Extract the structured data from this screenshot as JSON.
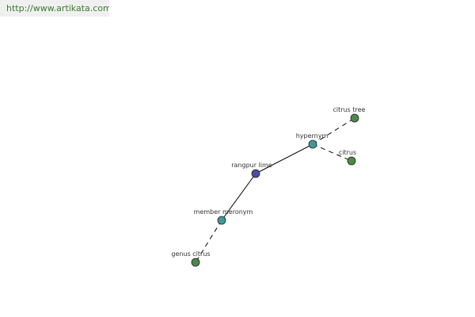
{
  "source_url": "http://www.artikata.com",
  "colors": {
    "center_node": "#4a4fa0",
    "relation_node": "#3f9a9a",
    "leaf_node": "#4a8a48",
    "edge": "#000000",
    "label": "#333333"
  },
  "nodes": {
    "center": {
      "label": "rangpur lime",
      "role": "word"
    },
    "hypernym": {
      "label": "hypernym",
      "role": "relation"
    },
    "member_meronym": {
      "label": "member meronym",
      "role": "relation"
    },
    "citrus_tree": {
      "label": "citrus tree",
      "role": "leaf"
    },
    "citrus": {
      "label": "citrus",
      "role": "leaf"
    },
    "genus_citrus": {
      "label": "genus citrus",
      "role": "leaf"
    }
  },
  "edges": [
    {
      "from": "center",
      "to": "hypernym",
      "style": "solid"
    },
    {
      "from": "center",
      "to": "member_meronym",
      "style": "solid"
    },
    {
      "from": "hypernym",
      "to": "citrus_tree",
      "style": "dashed"
    },
    {
      "from": "hypernym",
      "to": "citrus",
      "style": "dashed"
    },
    {
      "from": "member_meronym",
      "to": "genus_citrus",
      "style": "dashed"
    }
  ]
}
